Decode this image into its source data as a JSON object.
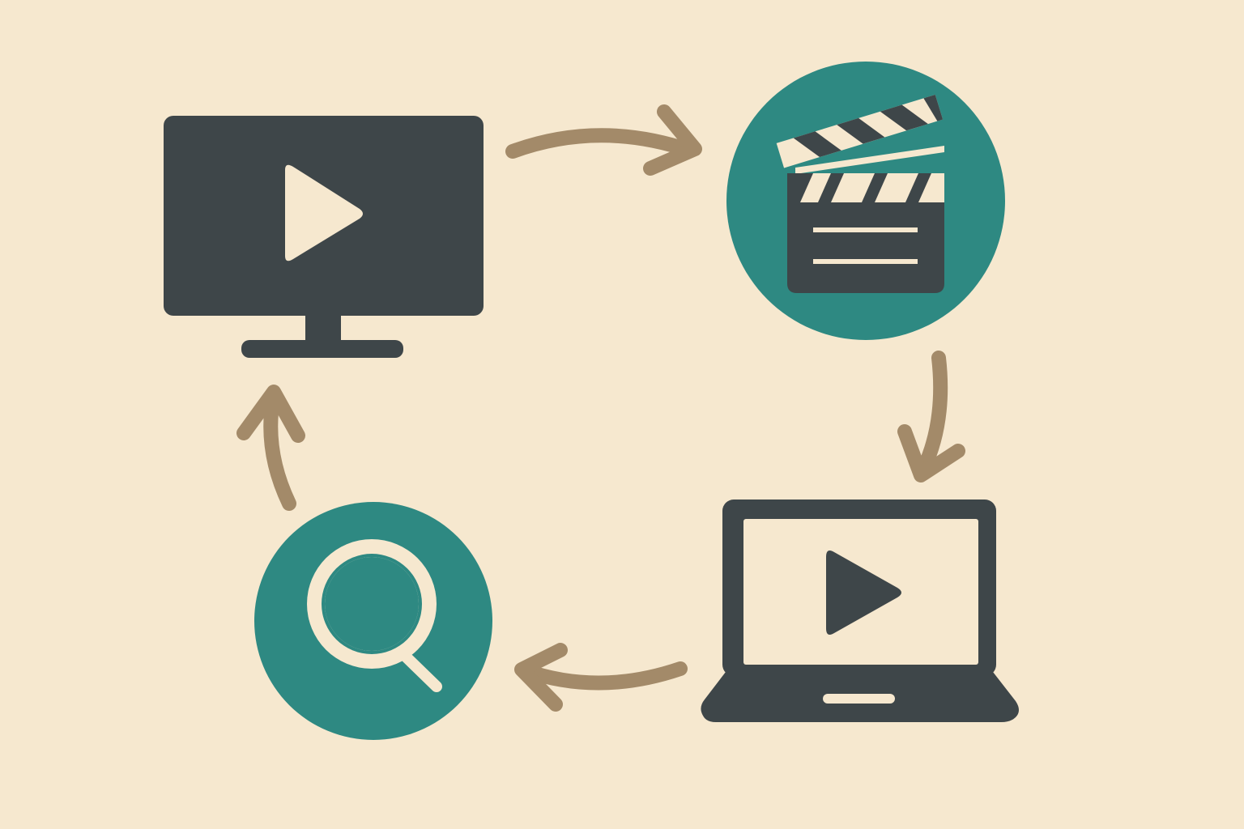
{
  "diagram": {
    "background_color": "#f6e8cf",
    "colors": {
      "dark": "#3e4649",
      "teal": "#2e8982",
      "arrow": "#a38a69",
      "light": "#f6e8cf"
    },
    "nodes": [
      {
        "id": "tv",
        "icon": "television-play-icon"
      },
      {
        "id": "clapperboard",
        "icon": "clapperboard-icon"
      },
      {
        "id": "laptop",
        "icon": "laptop-play-icon"
      },
      {
        "id": "search",
        "icon": "magnifying-glass-icon"
      }
    ],
    "flow": [
      {
        "from": "tv",
        "to": "clapperboard"
      },
      {
        "from": "clapperboard",
        "to": "laptop"
      },
      {
        "from": "laptop",
        "to": "search"
      },
      {
        "from": "search",
        "to": "tv"
      }
    ]
  }
}
